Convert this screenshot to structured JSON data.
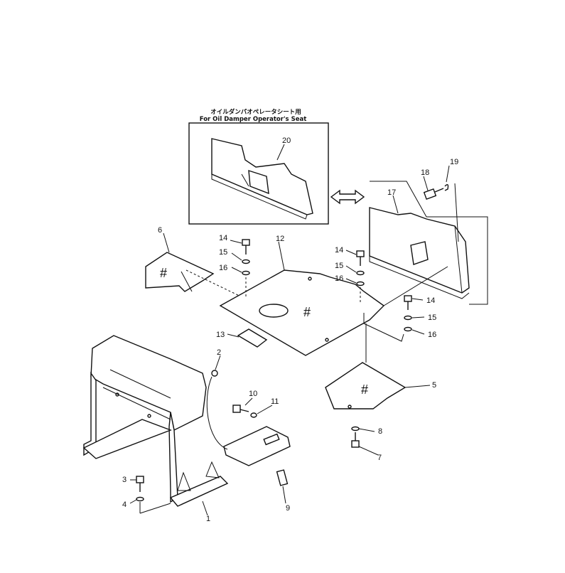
{
  "caption": {
    "jp": "オイルダンパオペレータシート用",
    "en": "For Oil Damper Operator's Seat"
  },
  "hash_marks": [
    "#",
    "#",
    "#"
  ],
  "callouts": [
    "1",
    "2",
    "3",
    "4",
    "5",
    "6",
    "7",
    "8",
    "9",
    "10",
    "11",
    "12",
    "13",
    "14",
    "15",
    "16",
    "14",
    "15",
    "16",
    "14",
    "15",
    "16",
    "17",
    "18",
    "19",
    "20"
  ]
}
